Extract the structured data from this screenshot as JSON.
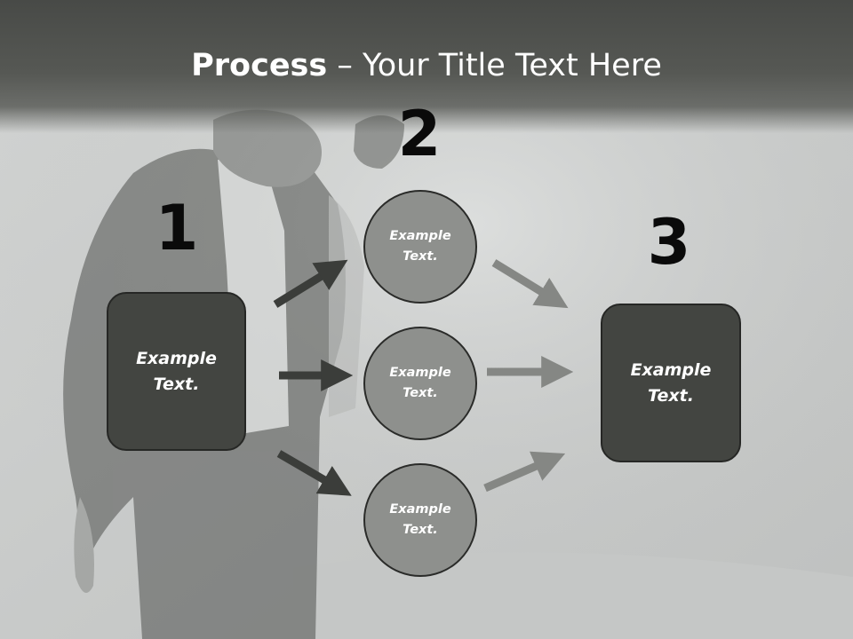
{
  "title": {
    "bold": "Process",
    "rest": " – Your Title Text Here"
  },
  "steps": {
    "one": "1",
    "two": "2",
    "three": "3"
  },
  "left_box": {
    "text": "Example Text."
  },
  "right_box": {
    "text": "Example Text."
  },
  "circles": [
    {
      "text": "Example Text."
    },
    {
      "text": "Example Text."
    },
    {
      "text": "Example Text."
    }
  ],
  "colors": {
    "title_band": "#4a4c49",
    "box_fill": "#434541",
    "circle_fill": "#8e908d",
    "arrow_dark": "#3b3d3a",
    "arrow_light": "#858784"
  }
}
